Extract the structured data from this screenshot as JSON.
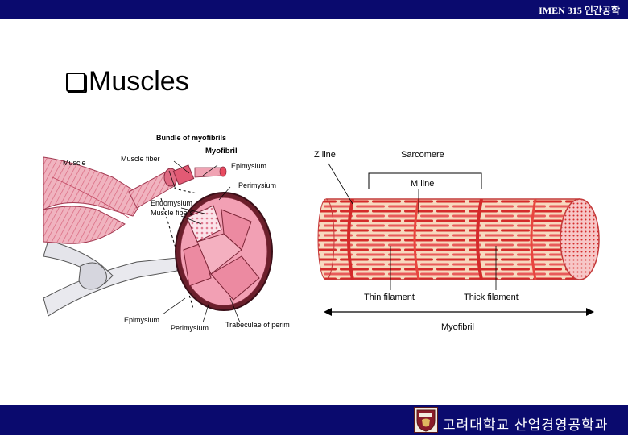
{
  "header": {
    "course": "IMEN 315 인간공학"
  },
  "slide": {
    "title": "Muscles"
  },
  "figure_left": {
    "labels": {
      "bundle": "Bundle of myofibrils",
      "myofibril": "Myofibril",
      "muscle": "Muscle",
      "muscle_fiber": "Muscle fiber",
      "epimysium_top": "Epimysium",
      "perimysium_top": "Perimysium",
      "endomysium": "Endomysium",
      "muscle_fibers": "Muscle fibers",
      "epimysium_bottom": "Epimysium",
      "perimysium_bottom": "Perimysium",
      "trabeculae": "Trabeculae of perimysium"
    }
  },
  "figure_right": {
    "labels": {
      "z_line": "Z line",
      "sarcomere": "Sarcomere",
      "m_line": "M line",
      "thin_filament": "Thin filament",
      "thick_filament": "Thick filament",
      "myofibril": "Myofibril"
    }
  },
  "footer": {
    "university": "고려대학교 산업경영공학과",
    "logo": "korea-university-crest"
  },
  "colors": {
    "bar": "#0a0a6e",
    "muscle": "#e84a5f",
    "filament_red": "#d42a2a",
    "filament_pale": "#f5c9a3",
    "tissue_pink": "#f2a0b4"
  }
}
